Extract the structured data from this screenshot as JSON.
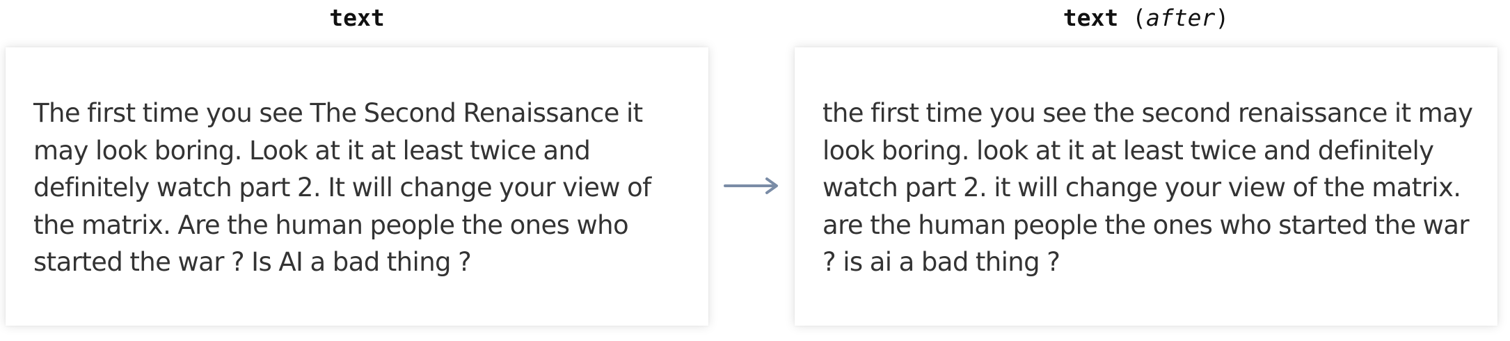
{
  "left": {
    "heading": "text",
    "body": "The first time you see The Second Renaissance it may look boring. Look at it at least twice and definitely watch part 2. It will change your view of the matrix. Are the human people the ones who started the war ? Is AI a bad thing ?"
  },
  "right": {
    "heading": "text",
    "heading_open": "(",
    "heading_after": "after",
    "heading_close": ")",
    "body": "the first time you see the second renaissance it may look boring. look at it at least twice and definitely watch part 2. it will change your view of the matrix. are the human people the ones who started the war ? is ai a bad thing ?"
  },
  "arrow": {
    "icon": "arrow-right-icon",
    "color": "#7a8ca6"
  },
  "colors": {
    "panel_background": "#ffffff",
    "body_text": "#333333",
    "heading_text": "#111111"
  }
}
